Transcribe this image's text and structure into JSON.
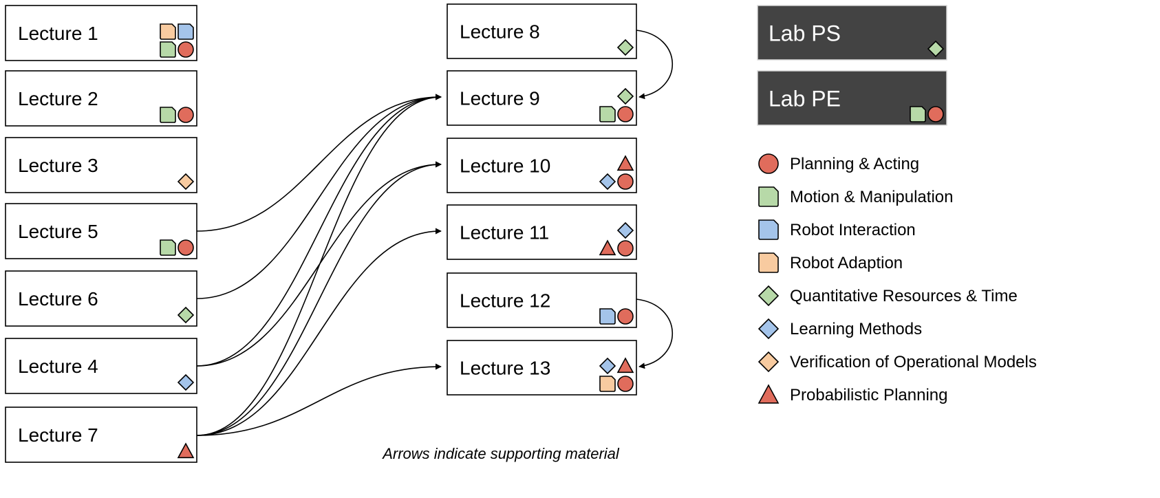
{
  "caption": "Arrows indicate supporting material",
  "categories": {
    "pa": {
      "label": "Planning & Acting",
      "color": "#e06c5c",
      "shape": "circle"
    },
    "mm": {
      "label": "Motion & Manipulation",
      "color": "#b7d9a8",
      "shape": "rounded-square"
    },
    "ri": {
      "label": "Robot Interaction",
      "color": "#a4c4ea",
      "shape": "rounded-square"
    },
    "ra": {
      "label": "Robot Adaption",
      "color": "#f8cba0",
      "shape": "rounded-square"
    },
    "qrt": {
      "label": "Quantitative Resources & Time",
      "color": "#b7d9a8",
      "shape": "diamond"
    },
    "lm": {
      "label": "Learning Methods",
      "color": "#a4c4ea",
      "shape": "diamond"
    },
    "vom": {
      "label": "Verification of Operational Models",
      "color": "#f8cba0",
      "shape": "diamond"
    },
    "pp": {
      "label": "Probabilistic Planning",
      "color": "#e06c5c",
      "shape": "triangle"
    }
  },
  "legend_order": [
    "pa",
    "mm",
    "ri",
    "ra",
    "qrt",
    "lm",
    "vom",
    "pp"
  ],
  "lectures": [
    {
      "id": "l1",
      "label": "Lecture 1",
      "tags": [
        "ra",
        "ri",
        "mm",
        "pa"
      ]
    },
    {
      "id": "l2",
      "label": "Lecture 2",
      "tags": [
        "mm",
        "pa"
      ]
    },
    {
      "id": "l3",
      "label": "Lecture 3",
      "tags": [
        "vom"
      ]
    },
    {
      "id": "l5",
      "label": "Lecture 5",
      "tags": [
        "mm",
        "pa"
      ]
    },
    {
      "id": "l6",
      "label": "Lecture 6",
      "tags": [
        "qrt"
      ]
    },
    {
      "id": "l4",
      "label": "Lecture 4",
      "tags": [
        "lm"
      ]
    },
    {
      "id": "l7",
      "label": "Lecture 7",
      "tags": [
        "pp"
      ]
    },
    {
      "id": "l8",
      "label": "Lecture 8",
      "tags": [
        "qrt"
      ]
    },
    {
      "id": "l9",
      "label": "Lecture 9",
      "tags": [
        "qrt",
        "mm",
        "pa"
      ]
    },
    {
      "id": "l10",
      "label": "Lecture 10",
      "tags": [
        "pp",
        "lm",
        "pa"
      ]
    },
    {
      "id": "l11",
      "label": "Lecture 11",
      "tags": [
        "lm",
        "pp",
        "pa"
      ]
    },
    {
      "id": "l12",
      "label": "Lecture 12",
      "tags": [
        "ri",
        "pa"
      ]
    },
    {
      "id": "l13",
      "label": "Lecture 13",
      "tags": [
        "lm",
        "pp",
        "ra",
        "pa"
      ]
    }
  ],
  "labs": [
    {
      "id": "lab-ps",
      "label": "Lab PS",
      "tags": [
        "qrt"
      ]
    },
    {
      "id": "lab-pe",
      "label": "Lab PE",
      "tags": [
        "mm",
        "pa"
      ]
    }
  ],
  "edges": [
    {
      "from": "l5",
      "to": "l9"
    },
    {
      "from": "l6",
      "to": "l9"
    },
    {
      "from": "l4",
      "to": "l9"
    },
    {
      "from": "l7",
      "to": "l9"
    },
    {
      "from": "l4",
      "to": "l10"
    },
    {
      "from": "l7",
      "to": "l10"
    },
    {
      "from": "l7",
      "to": "l11"
    },
    {
      "from": "l7",
      "to": "l13"
    },
    {
      "from": "l8",
      "to": "l9"
    },
    {
      "from": "l12",
      "to": "l13"
    }
  ]
}
